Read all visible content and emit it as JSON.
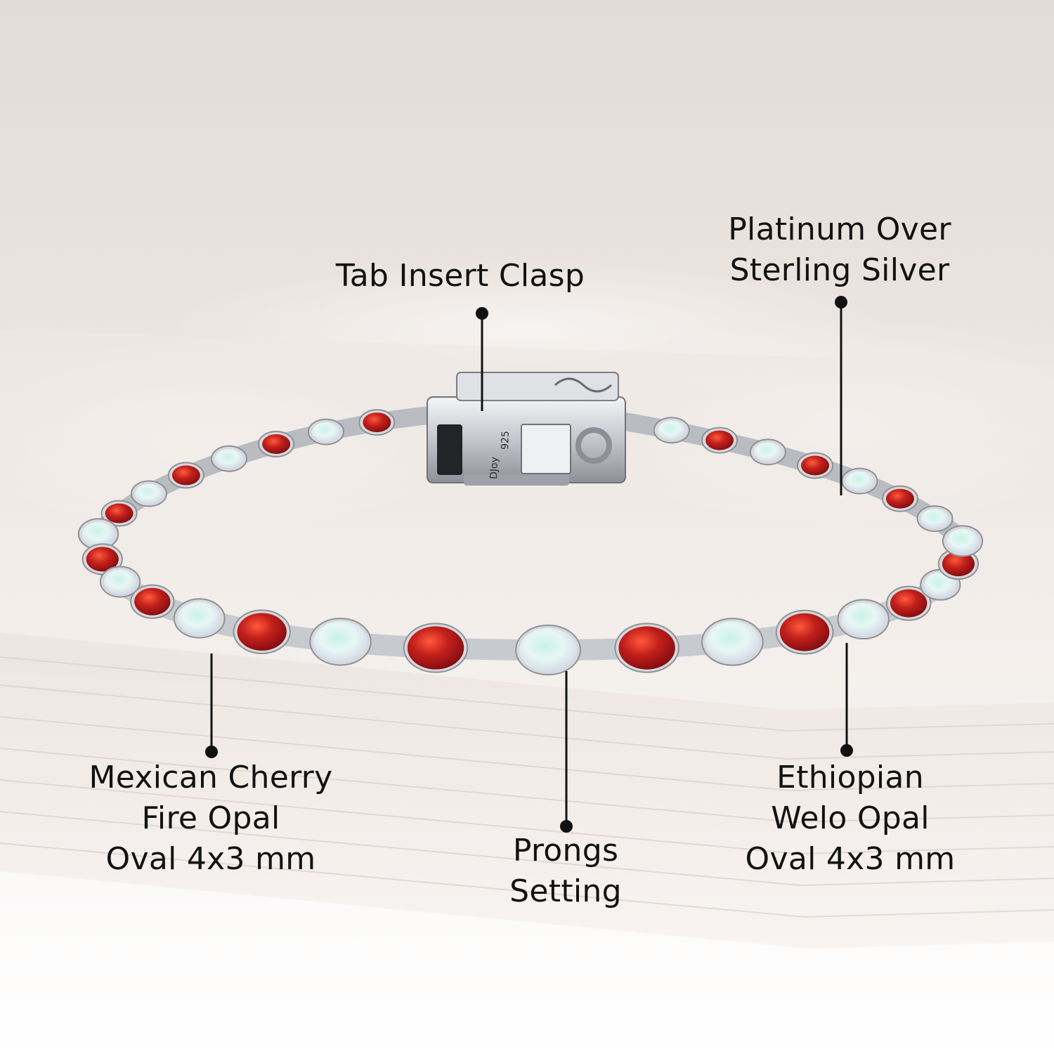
{
  "colors": {
    "background_top": "#e3dcd6",
    "background_bottom": "#ffffff",
    "text": "#121212",
    "leader_line": "#111111",
    "metal": "#d3d5d8",
    "fire_opal": "#b81d1a",
    "welo_opal": "#e4f4f2"
  },
  "callouts": {
    "tab_clasp": {
      "lines": [
        "Tab Insert Clasp"
      ]
    },
    "platinum": {
      "lines": [
        "Platinum Over",
        "Sterling Silver"
      ]
    },
    "mexican": {
      "lines": [
        "Mexican Cherry",
        "Fire Opal",
        "Oval 4x3 mm"
      ]
    },
    "prongs": {
      "lines": [
        "Prongs",
        "Setting"
      ]
    },
    "ethiopian": {
      "lines": [
        "Ethiopian",
        "Welo Opal",
        "Oval 4x3 mm"
      ]
    }
  },
  "clasp_engraving": [
    "DJoy",
    "925"
  ]
}
